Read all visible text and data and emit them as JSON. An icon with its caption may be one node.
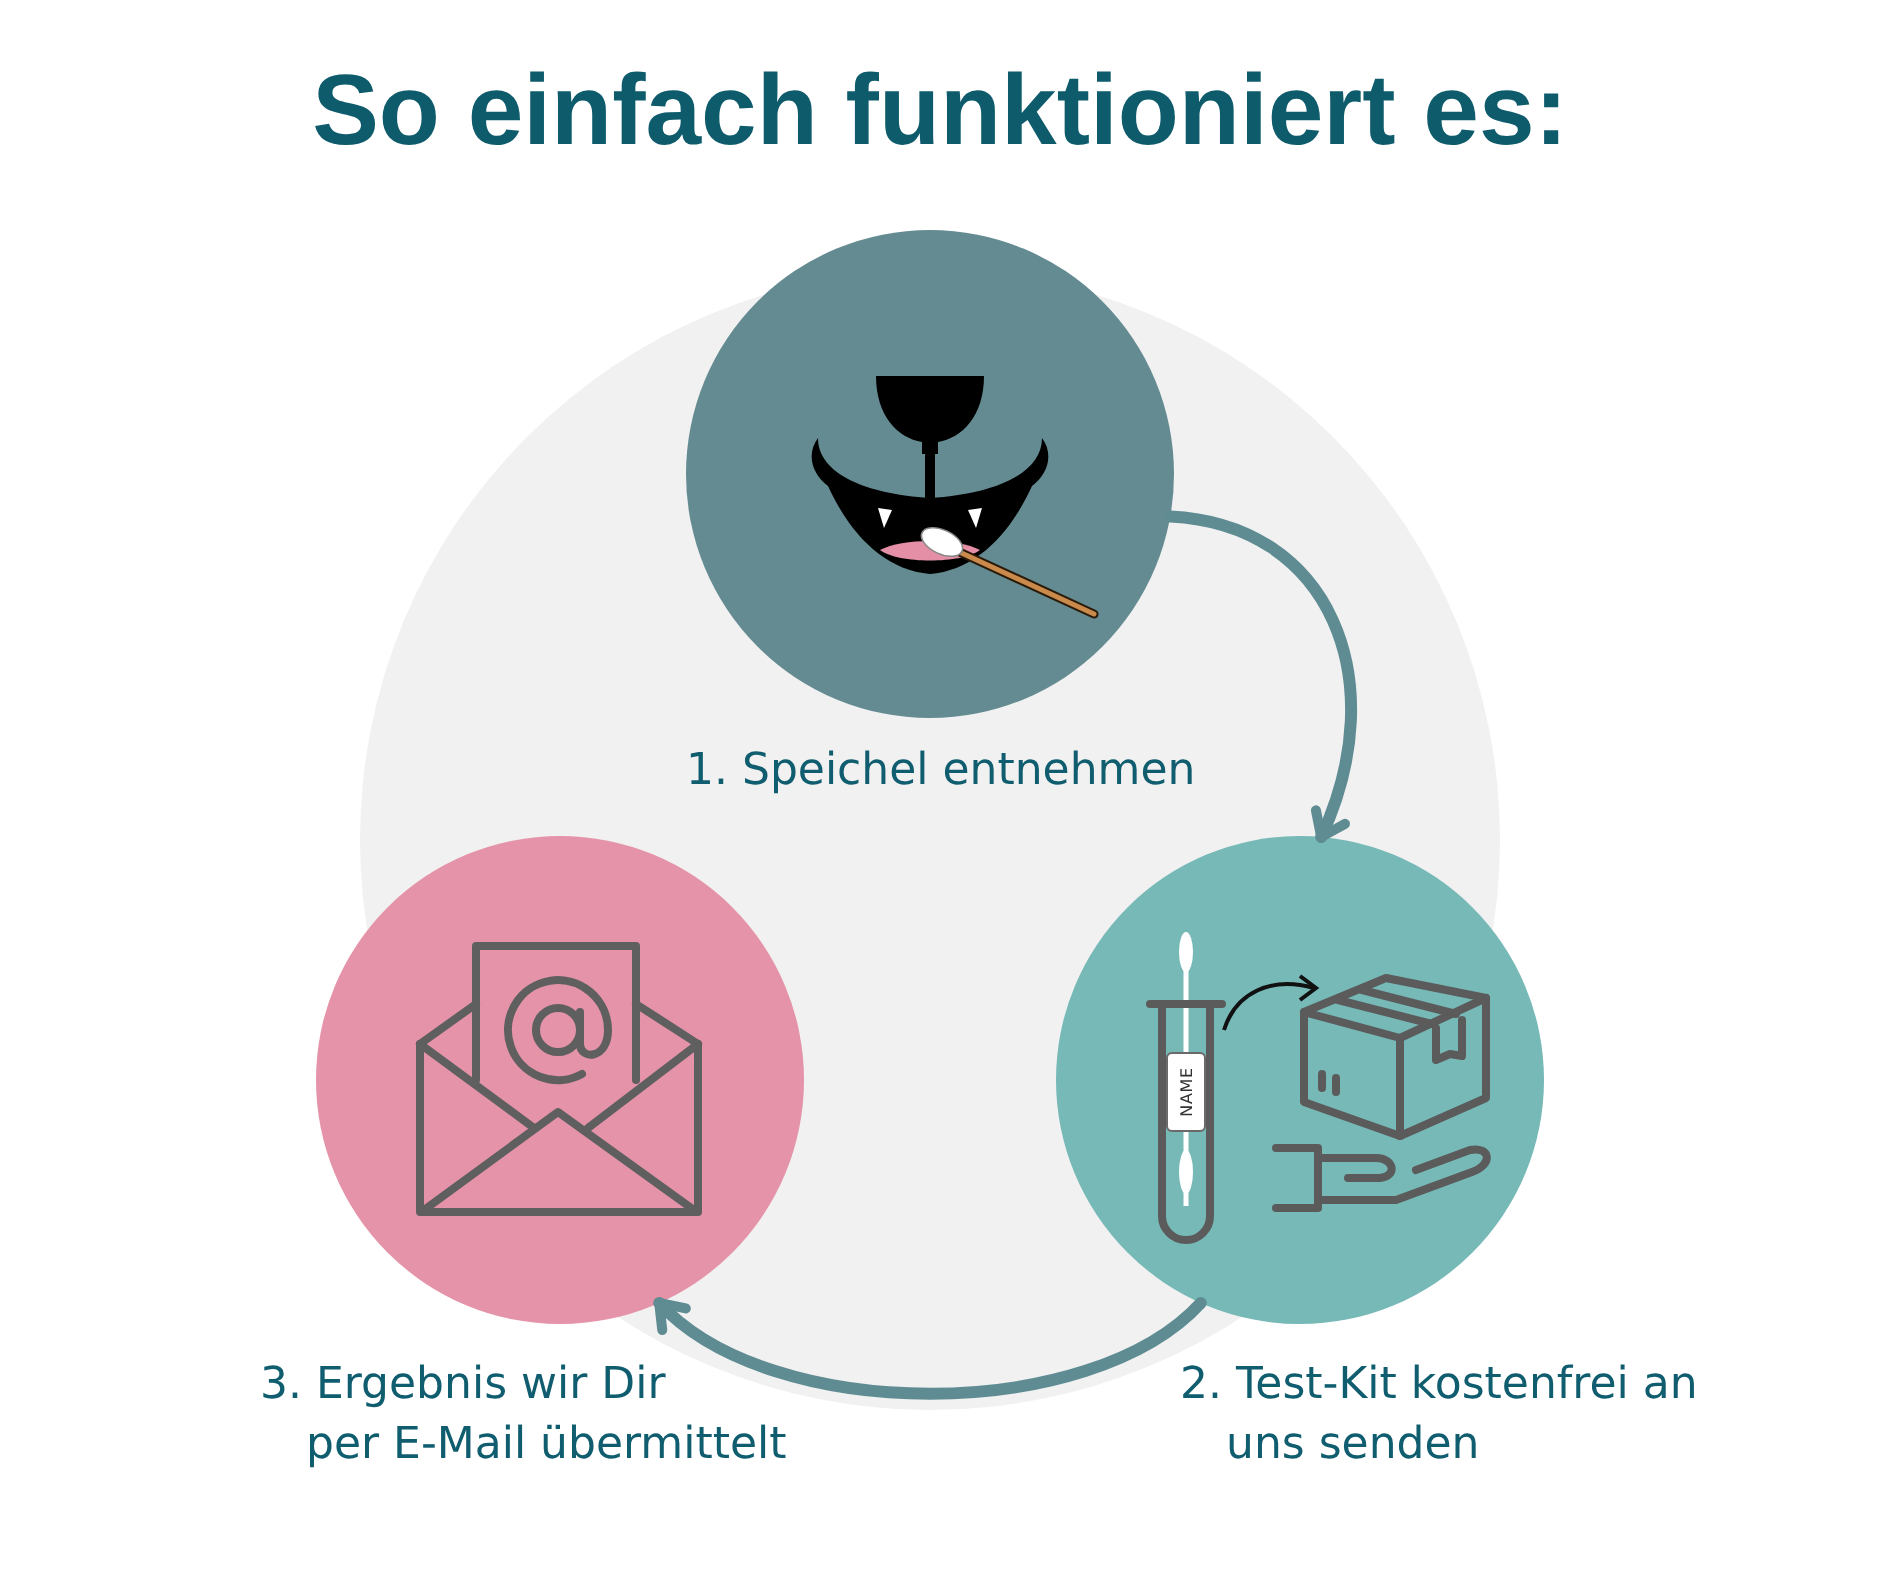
{
  "diagram": {
    "title": "So einfach funktioniert es:",
    "nodes": [
      {
        "text": [],
        "shape": "circle",
        "beside": [
          "1. Speichel entnehmen"
        ]
      },
      {
        "text": [],
        "shape": "circle",
        "beside": [
          "2. Test-Kit kostenfrei an uns senden"
        ]
      },
      {
        "text": [],
        "shape": "circle",
        "beside": [
          "3. Ergebnis wir Dir per E-Mail übermittelt"
        ]
      }
    ],
    "edges": [
      {
        "from": 0,
        "to": 1,
        "arrow": "to"
      },
      {
        "from": 1,
        "to": 2,
        "arrow": "to"
      }
    ],
    "labels": [
      "NAME"
    ]
  }
}
